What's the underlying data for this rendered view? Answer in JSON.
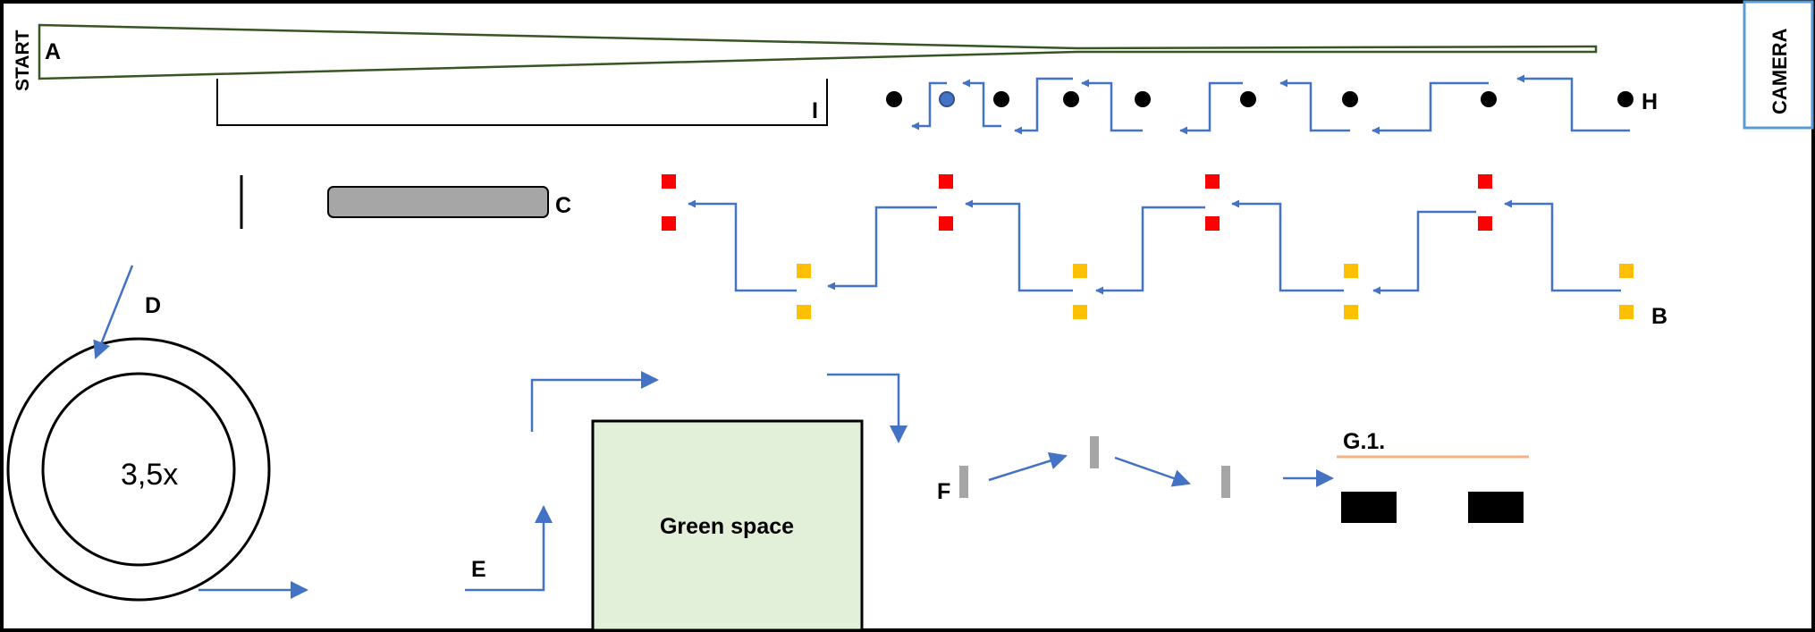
{
  "labels": {
    "start": "START",
    "a": "A",
    "b": "B",
    "c": "C",
    "d": "D",
    "e": "E",
    "f": "F",
    "g1": "G.1.",
    "h": "H",
    "i": "I",
    "camera": "CAMERA",
    "circle_text": "3,5x",
    "green_space": "Green space"
  },
  "colors": {
    "frame": "#000000",
    "arrow": "#4472c4",
    "ramp": "#375623",
    "red_marker": "#ff0000",
    "yellow_marker": "#ffc000",
    "gray_block": "#a6a6a6",
    "green_space_fill": "#e2efd9",
    "g1_line": "#f4b183",
    "camera_border": "#5b9bd5",
    "obstacle_black": "#000000"
  }
}
